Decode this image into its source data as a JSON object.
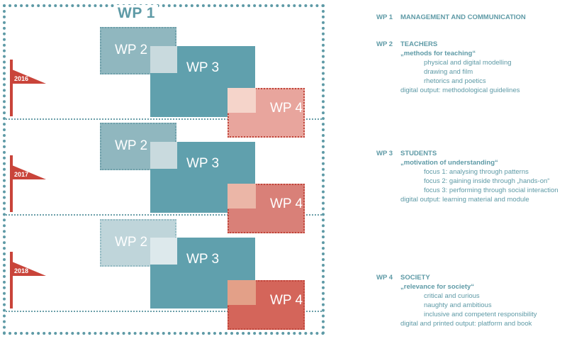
{
  "diagram": {
    "title": "WP 1",
    "rows": [
      {
        "year": "2016",
        "wp2": "WP 2",
        "wp3": "WP 3",
        "wp4": "WP 4"
      },
      {
        "year": "2017",
        "wp2": "WP 2",
        "wp3": "WP 3",
        "wp4": "WP 4"
      },
      {
        "year": "2018",
        "wp2": "WP 2",
        "wp3": "WP 3",
        "wp4": "WP 4"
      }
    ],
    "colors": {
      "teal": "#5e9aa6",
      "wp2": "#90b7bf",
      "wp3": "#60a0ad",
      "wp4_2016": "#e8a59d",
      "wp4_2017": "#d98078",
      "wp4_2018": "#d4655a",
      "flag": "#c9443a"
    }
  },
  "legend": {
    "wp1": {
      "key": "WP 1",
      "title": "MANAGEMENT AND COMMUNICATION"
    },
    "wp2": {
      "key": "WP 2",
      "title": "TEACHERS",
      "subtitle": "„methods for teaching“",
      "items": [
        "physical and digital modelling",
        "drawing and film",
        "rhetorics and poetics"
      ],
      "output": "digital output: methodological guidelines"
    },
    "wp3": {
      "key": "WP 3",
      "title": "STUDENTS",
      "subtitle": "„motivation of understanding“",
      "items": [
        "focus 1: analysing through patterns",
        "focus 2: gaining inside through „hands-on“",
        "focus 3: performing through social interaction"
      ],
      "output": "digital output: learning material and module"
    },
    "wp4": {
      "key": "WP 4",
      "title": "SOCIETY",
      "subtitle": "„relevance for society“",
      "items": [
        "critical and curious",
        "naughty and ambitious",
        "inclusive and competent responsibility"
      ],
      "output": "digital and printed output: platform and book"
    }
  }
}
